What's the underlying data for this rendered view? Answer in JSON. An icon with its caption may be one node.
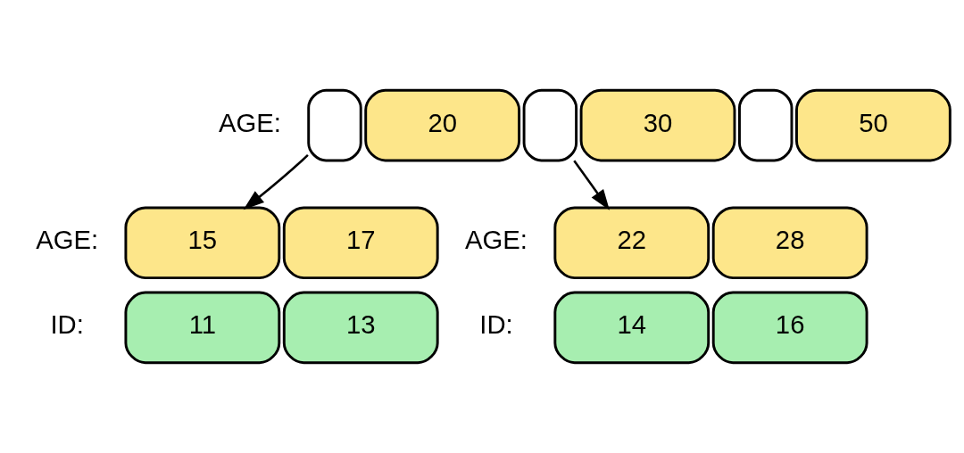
{
  "diagram": {
    "nodes": [
      {
        "text": [],
        "shape": "box"
      },
      {
        "text": [
          "20"
        ]
      },
      {
        "text": [],
        "shape": "box"
      },
      {
        "text": [
          "30"
        ]
      },
      {
        "text": [],
        "shape": "box"
      },
      {
        "text": [
          "50"
        ]
      },
      {
        "text": [
          "15"
        ]
      },
      {
        "text": [
          "17"
        ]
      },
      {
        "text": [
          "11"
        ]
      },
      {
        "text": [
          "13"
        ]
      },
      {
        "text": [
          "22"
        ]
      },
      {
        "text": [
          "28"
        ]
      },
      {
        "text": [
          "14"
        ]
      },
      {
        "text": [
          "16"
        ]
      }
    ],
    "edges": [
      {
        "from": 0,
        "to": 6,
        "arrow": "to"
      },
      {
        "from": 2,
        "to": 10,
        "arrow": "to"
      }
    ],
    "labels": [
      "AGE:",
      "AGE:",
      "AGE:",
      "ID:",
      "ID:"
    ]
  }
}
